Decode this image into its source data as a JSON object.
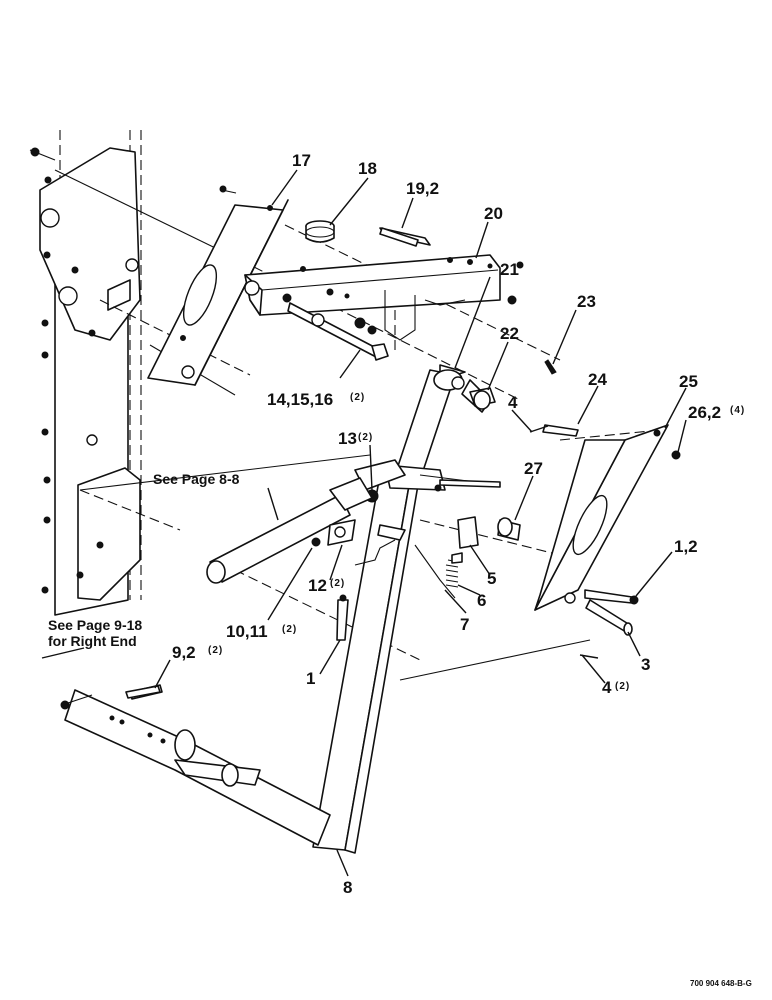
{
  "callouts": {
    "c17": "17",
    "c18": "18",
    "c19": "19,2",
    "c20": "20",
    "c21": "21",
    "c22": "22",
    "c23": "23",
    "c24": "24",
    "c25": "25",
    "c26": "26,2",
    "c26q": "(4)",
    "c14": "14,15,16",
    "c14q": "(2)",
    "c13": "13",
    "c13q": "(2)",
    "c4a": "4",
    "c27": "27",
    "c1_2": "1,2",
    "c5": "5",
    "c6": "6",
    "c7": "7",
    "c12": "12",
    "c12q": "(2)",
    "c10": "10,11",
    "c10q": "(2)",
    "c1": "1",
    "c9": "9,2",
    "c9q": "(2)",
    "c3": "3",
    "c4b": "4",
    "c4bq": "(2)",
    "c8": "8"
  },
  "notes": {
    "see_page_8_8": "See Page 8-8",
    "see_page_9_18_line1": "See Page 9-18",
    "see_page_9_18_line2": "for Right End"
  },
  "figure_id": "700 904 648-B-G"
}
